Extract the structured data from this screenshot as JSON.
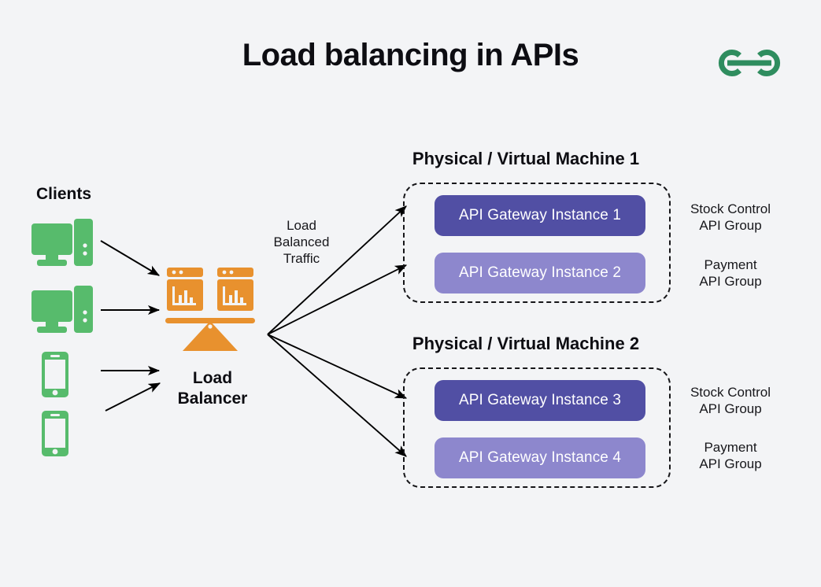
{
  "page": {
    "title": "Load balancing in APIs",
    "background_color": "#f3f4f6",
    "logo_name": "geeksforgeeks-logo",
    "logo_color": "#2f8d5f"
  },
  "clients": {
    "label": "Clients",
    "icon_color": "#57bb6c",
    "devices": [
      {
        "type": "desktop-computer"
      },
      {
        "type": "desktop-computer"
      },
      {
        "type": "smartphone"
      },
      {
        "type": "smartphone"
      }
    ]
  },
  "load_balancer": {
    "label_line1": "Load",
    "label_line2": "Balancer",
    "icon_name": "load-balancer-scale-icon",
    "icon_color": "#e8912e"
  },
  "traffic": {
    "label_line1": "Load",
    "label_line2": "Balanced",
    "label_line3": "Traffic"
  },
  "machines": [
    {
      "title": "Physical / Virtual Machine 1",
      "instances": [
        {
          "label": "API Gateway Instance 1",
          "color": "#514fa4"
        },
        {
          "label": "API Gateway Instance 2",
          "color": "#8d87cd"
        }
      ],
      "groups": [
        {
          "line1": "Stock Control",
          "line2": "API Group"
        },
        {
          "line1": "Payment",
          "line2": "API Group"
        }
      ]
    },
    {
      "title": "Physical / Virtual Machine 2",
      "instances": [
        {
          "label": "API Gateway Instance 3",
          "color": "#514fa4"
        },
        {
          "label": "API Gateway Instance 4",
          "color": "#8d87cd"
        }
      ],
      "groups": [
        {
          "line1": "Stock Control",
          "line2": "API Group"
        },
        {
          "line1": "Payment",
          "line2": "API Group"
        }
      ]
    }
  ],
  "connectors": {
    "client_to_balancer_count": 4,
    "balancer_to_instance_count": 4,
    "arrow_color": "#000000"
  }
}
